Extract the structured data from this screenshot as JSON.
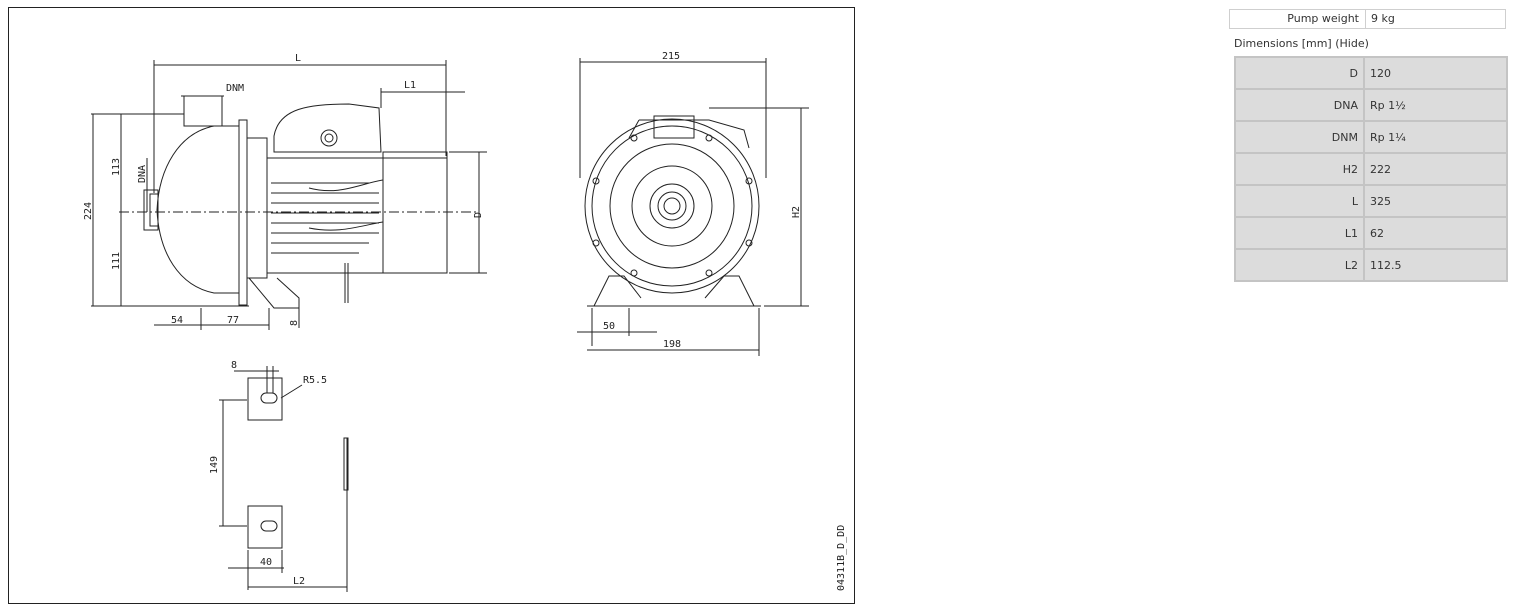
{
  "drawing": {
    "labels": {
      "L": "L",
      "L1": "L1",
      "DNM": "DNM",
      "DNA": "DNA",
      "d224": "224",
      "d113": "113",
      "d111": "111",
      "D": "D",
      "d54": "54",
      "d77": "77",
      "d8": "8",
      "d215": "215",
      "H2": "H2",
      "d50": "50",
      "d198": "198",
      "f8": "8",
      "R55": "R5.5",
      "d149": "149",
      "d40": "40",
      "L2": "L2",
      "code": "04311B_D_DD"
    }
  },
  "pump_weight": {
    "label": "Pump weight",
    "value": "9 kg"
  },
  "dimensions": {
    "title": "Dimensions [mm]",
    "hide_label": "(Hide)",
    "rows": [
      {
        "key": "D",
        "value": "120"
      },
      {
        "key": "DNA",
        "value": "Rp 1½"
      },
      {
        "key": "DNM",
        "value": "Rp 1¼"
      },
      {
        "key": "H2",
        "value": "222"
      },
      {
        "key": "L",
        "value": "325"
      },
      {
        "key": "L1",
        "value": "62"
      },
      {
        "key": "L2",
        "value": "112.5"
      }
    ]
  },
  "colors": {
    "line": "#222222",
    "table_bg": "#dcdcdc",
    "table_border": "#c4c4c4"
  }
}
